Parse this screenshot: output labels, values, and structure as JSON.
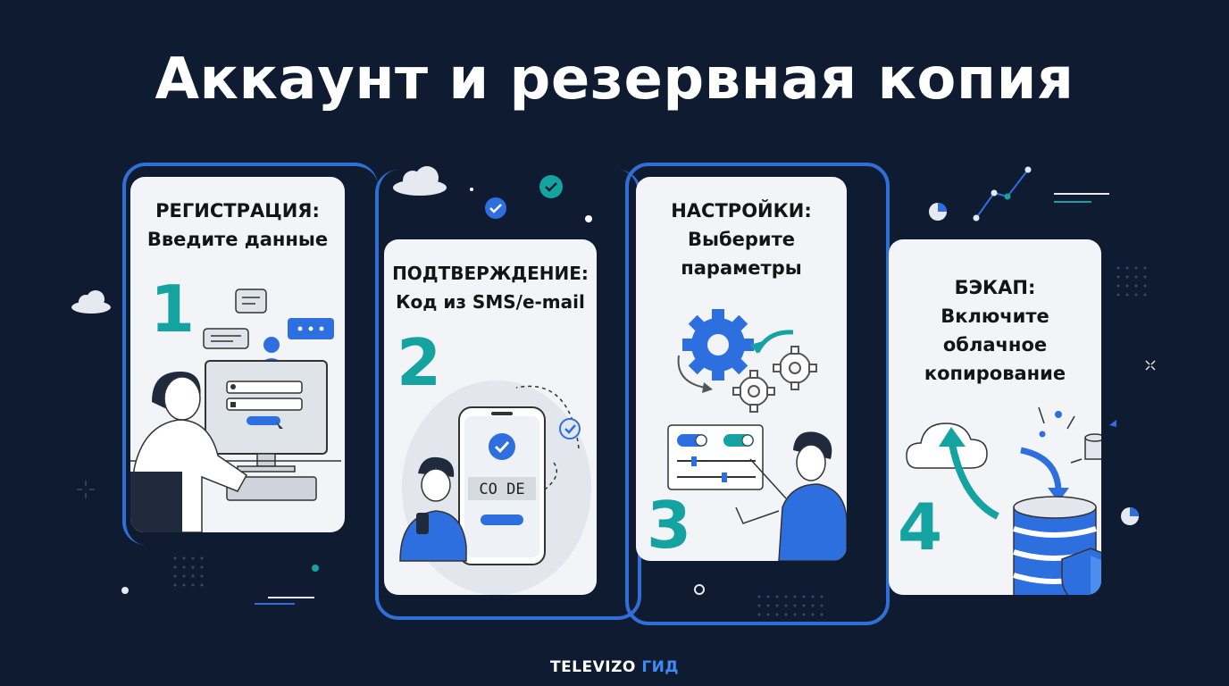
{
  "title": "Аккаунт и резервная копия",
  "steps": [
    {
      "number": "1",
      "line1": "РЕГИСТРАЦИЯ:",
      "line2": "Введите данные"
    },
    {
      "number": "2",
      "line1": "ПОДТВЕРЖДЕНИЕ:",
      "line2": "Код из SMS/e-mail",
      "code": "CO DE"
    },
    {
      "number": "3",
      "line1": "НАСТРОЙКИ:",
      "line2": "Выберите",
      "line3": "параметры"
    },
    {
      "number": "4",
      "line1": "БЭКАП:",
      "line2": "Включите",
      "line3": "облачное",
      "line4": "копирование"
    }
  ],
  "footer": {
    "brand": "TELEVIZO",
    "guide": "ГИД"
  },
  "colors": {
    "background": "#0f1b30",
    "frame": "#2f6fd6",
    "teal": "#14a3a1",
    "blue": "#2e6fe0",
    "card": "#f2f4f8"
  },
  "icons": [
    "cloud-icon",
    "check-icon",
    "chat-bubble-icon",
    "monitor-icon",
    "phone-icon",
    "gear-icon",
    "toggle-icon",
    "slider-icon",
    "database-icon",
    "shield-icon",
    "pie-chart-icon",
    "line-chart-icon",
    "arrow-icon"
  ]
}
